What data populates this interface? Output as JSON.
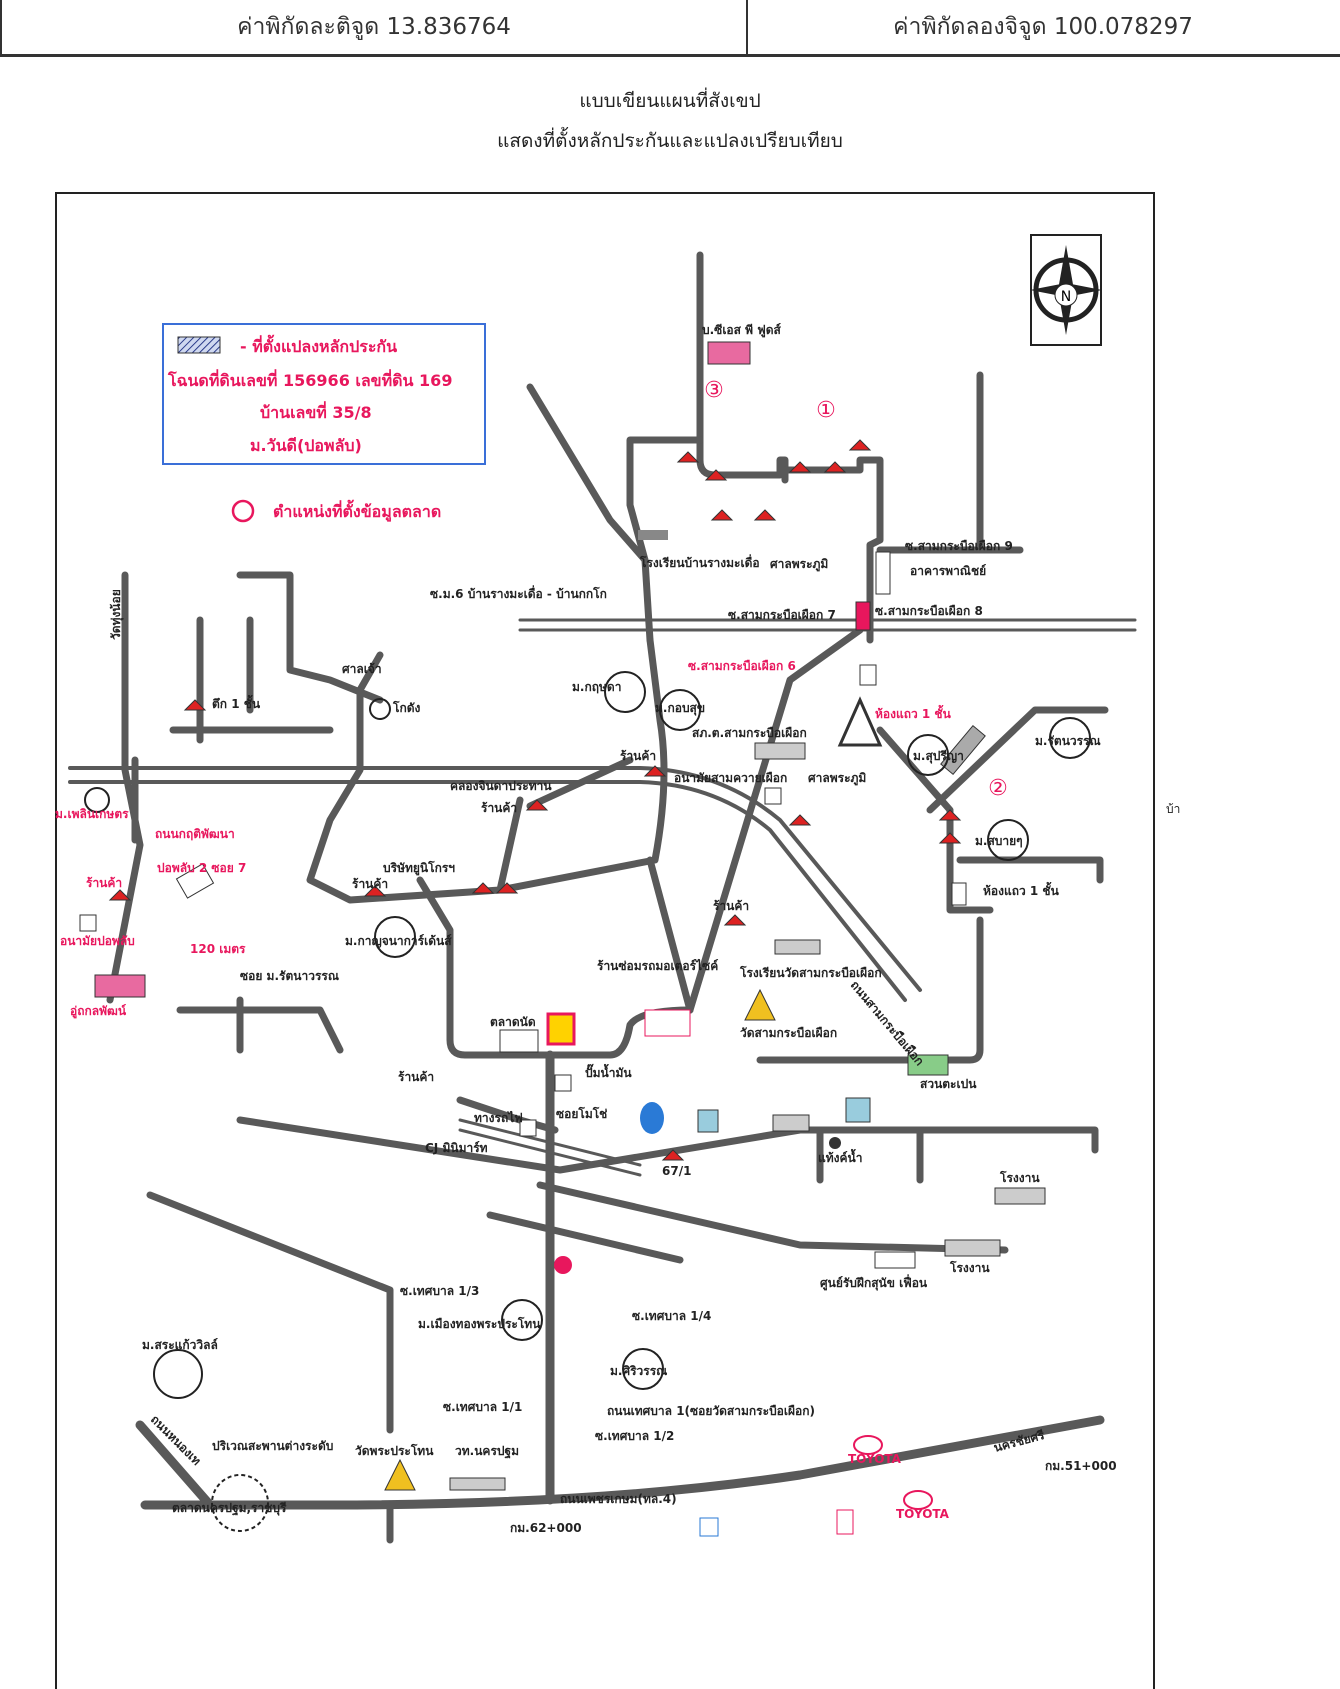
{
  "header": {
    "latitude": "ค่าพิกัดละติจูด 13.836764",
    "longitude": "ค่าพิกัดลองจิจูด 100.078297"
  },
  "title": {
    "line1": "แบบเขียนแผนที่สังเขป",
    "line2": "แสดงที่ตั้งหลักประกันและแปลงเปรียบเทียบ"
  },
  "legend": {
    "plot_label": "- ที่ตั้งแปลงหลักประกัน",
    "deed": "โฉนดที่ดินเลขที่ 156966 เลขที่ดิน 169",
    "house": "บ้านเลขที่ 35/8",
    "village": "ม.วันดี(ปอพลับ)",
    "market_marker": "ตำแหน่งที่ตั้งข้อมูลตลาด"
  },
  "compass": {
    "north": "N"
  },
  "markers": [
    "①",
    "②",
    "③"
  ],
  "labels": {
    "cs_foods": "บ.ซีเอส พี ฟูดส์",
    "school_bang_pla": "โรงเรียนบ้านรางมะเดื่อ",
    "shrine_bhumi_1": "ศาลพระภูมิ",
    "soi_sam_krapo_9": "ซ.สามกระบือเผือก 9",
    "commercial_bldg": "อาคารพาณิชย์",
    "soi_m6": "ซ.ม.6 บ้านรางมะเดื่อ - บ้านกกโก",
    "soi_sam_krapo_7": "ซ.สามกระบือเผือก 7",
    "soi_sam_krapo_8": "ซ.สามกระบือเผือก 8",
    "soi_sam_krapo_6": "ซ.สามกระบือเผือก 6",
    "vertical_rd": "วัดทุ่งน้อย",
    "shrine": "ศาลเจ้า",
    "warehouse": "โกดัง",
    "house_1floor": "ตึก 1 ชั้น",
    "m_krisda": "ม.กฤษดา",
    "m_korbsuk": "ม.กอบสุข",
    "police": "สภ.ต.สามกระบือเผือก",
    "shop": "ร้านค้า",
    "health_station": "อนามัยสามควายเผือก",
    "shrine_bhumi_2": "ศาลพระภูมิ",
    "row_house": "ห้องแถว 1 ชั้น",
    "m_supreeya": "ม.สุปรีญา",
    "m_rattanawan_r": "ม.รัตนวรรณ",
    "canal": "คลองจินดาประทาน",
    "m_phleonkaset": "ม.เพลินเกษตร",
    "rd_kritpatthana": "ถนนกฤติพัฒนา",
    "popplab_soi7": "ปอพลับ 2 ซอย 7",
    "company_yunitex": "บริษัทยูนิโกรฯ",
    "m_sabai": "ม.สบายๆ",
    "row_house_2": "ห้องแถว 1 ชั้น",
    "health_popplab": "อนามัยปอพลับ",
    "distance": "120 เมตร",
    "m_karnchana": "ม.กาญจนาการ์เด้นส์",
    "soi_rattanawan": "ซอย ม.รัตนาวรรณ",
    "rd_samkrapo": "ถนนสามกระบือเผือก",
    "motor_shop": "ร้านซ่อมรถมอเตอร์ไซค์",
    "school_wat": "โรงเรียนวัดสามกระบือเผือก",
    "pho_kaset": "อู่ถกลพัฒน์",
    "fresh_market": "ตลาดนัด",
    "wat_samkrapo": "วัดสามกระบือเผือก",
    "gas_station": "ปั๊มน้ำมัน",
    "suan_tapen": "สวนตะเปน",
    "railway": "ทางรถไฟ",
    "soi_mocho": "ซอยโมโช่",
    "cj_mart": "CJ มินิมาร์ท",
    "house_67": "67/1",
    "water_tower": "แท้งค์น้ำ",
    "factory_1": "โรงงาน",
    "factory_2": "โรงงาน",
    "dog_center": "ศูนย์รับฝึกสุนัข เฟื่อน",
    "soi_tessaban_13": "ซ.เทศบาล 1/3",
    "soi_tessaban_14": "ซ.เทศบาล 1/4",
    "m_muang": "ม.เมืองทองพระประโทน",
    "m_sranew": "ม.สระแก้ววิลล์",
    "m_siriwan": "ม.ศิริวรรณ",
    "soi_tessaban_11": "ซ.เทศบาล 1/1",
    "rd_tessaban_1": "ถนนเทศบาล 1(ซอยวัดสามกระบือเผือก)",
    "soi_tessaban_12": "ซ.เทศบาล 1/2",
    "rd_nongtake": "ถนนหนองเท",
    "interchange": "ปริเวณสะพานต่างระดับ",
    "wat_phra_prathon": "วัดพระประโทน",
    "school_nakhon": "วท.นครปฐม",
    "nakhon_pathom_market": "ตลาดนครปฐม,ราชบุรี",
    "petchkasem": "ถนนเพชรเกษม(ทล.4)",
    "km62": "กม.62+000",
    "km51": "กม.51+000",
    "toyota": "TOYOTA",
    "nakhon_chaisi": "นครชัยศรี",
    "side_note": "บ้า"
  },
  "colors": {
    "road": "#595959",
    "accent": "#e8175d",
    "legend_border": "#3a6fd8"
  }
}
